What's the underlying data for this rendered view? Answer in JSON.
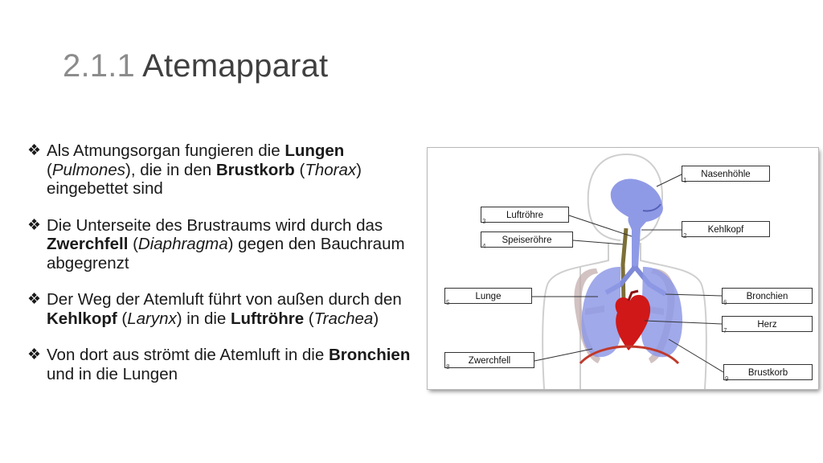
{
  "slide": {
    "title_number": "2.1.1",
    "title_text": "Atemapparat"
  },
  "bullets": [
    {
      "mark": "❖",
      "parts": [
        {
          "t": "Als Atmungsorgan fungieren die "
        },
        {
          "t": "Lungen",
          "b": true
        },
        {
          "t": " ("
        },
        {
          "t": "Pulmones",
          "i": true
        },
        {
          "t": "), die in den "
        },
        {
          "t": "Brustkorb",
          "b": true
        },
        {
          "t": " ("
        },
        {
          "t": "Thorax",
          "i": true
        },
        {
          "t": ") eingebettet sind"
        }
      ]
    },
    {
      "mark": "❖",
      "parts": [
        {
          "t": "Die Unterseite des Brustraums wird durch das "
        },
        {
          "t": "Zwerchfell",
          "b": true
        },
        {
          "t": " ("
        },
        {
          "t": "Diaphragma",
          "i": true
        },
        {
          "t": ") gegen den Bauchraum abgegrenzt"
        }
      ]
    },
    {
      "mark": "❖",
      "parts": [
        {
          "t": "Der Weg der Atemluft führt von außen durch den "
        },
        {
          "t": "Kehlkopf",
          "b": true
        },
        {
          "t": " ("
        },
        {
          "t": "Larynx",
          "i": true
        },
        {
          "t": ") in die "
        },
        {
          "t": "Luftröhre",
          "b": true
        },
        {
          "t": " ("
        },
        {
          "t": "Trachea",
          "i": true
        },
        {
          "t": ")"
        }
      ]
    },
    {
      "mark": "❖",
      "parts": [
        {
          "t": "Von dort aus strömt die Atemluft in die "
        },
        {
          "t": "Bronchien",
          "b": true
        },
        {
          "t": " und in die Lungen"
        }
      ]
    }
  ],
  "diagram": {
    "labels": {
      "nasenhoehle": {
        "text": "Nasenhöhle",
        "num": "1"
      },
      "kehlkopf": {
        "text": "Kehlkopf",
        "num": "2"
      },
      "luftroehre": {
        "text": "Luftröhre",
        "num": "3"
      },
      "speiseroehre": {
        "text": "Speiseröhre",
        "num": "4"
      },
      "lunge": {
        "text": "Lunge",
        "num": "5"
      },
      "bronchien": {
        "text": "Bronchien",
        "num": "6"
      },
      "herz": {
        "text": "Herz",
        "num": "7"
      },
      "zwerchfell": {
        "text": "Zwerchfell",
        "num": "8"
      },
      "brustkorb": {
        "text": "Brustkorb",
        "num": "9"
      }
    },
    "colors": {
      "airway": "#8f9ae6",
      "lung": "#8f9ae6",
      "heart": "#d01818",
      "diaphragm": "#c0392b",
      "ribs": "#b9a3a3",
      "outline": "#cfcfcf",
      "esophagus": "#8a7a3a"
    }
  }
}
